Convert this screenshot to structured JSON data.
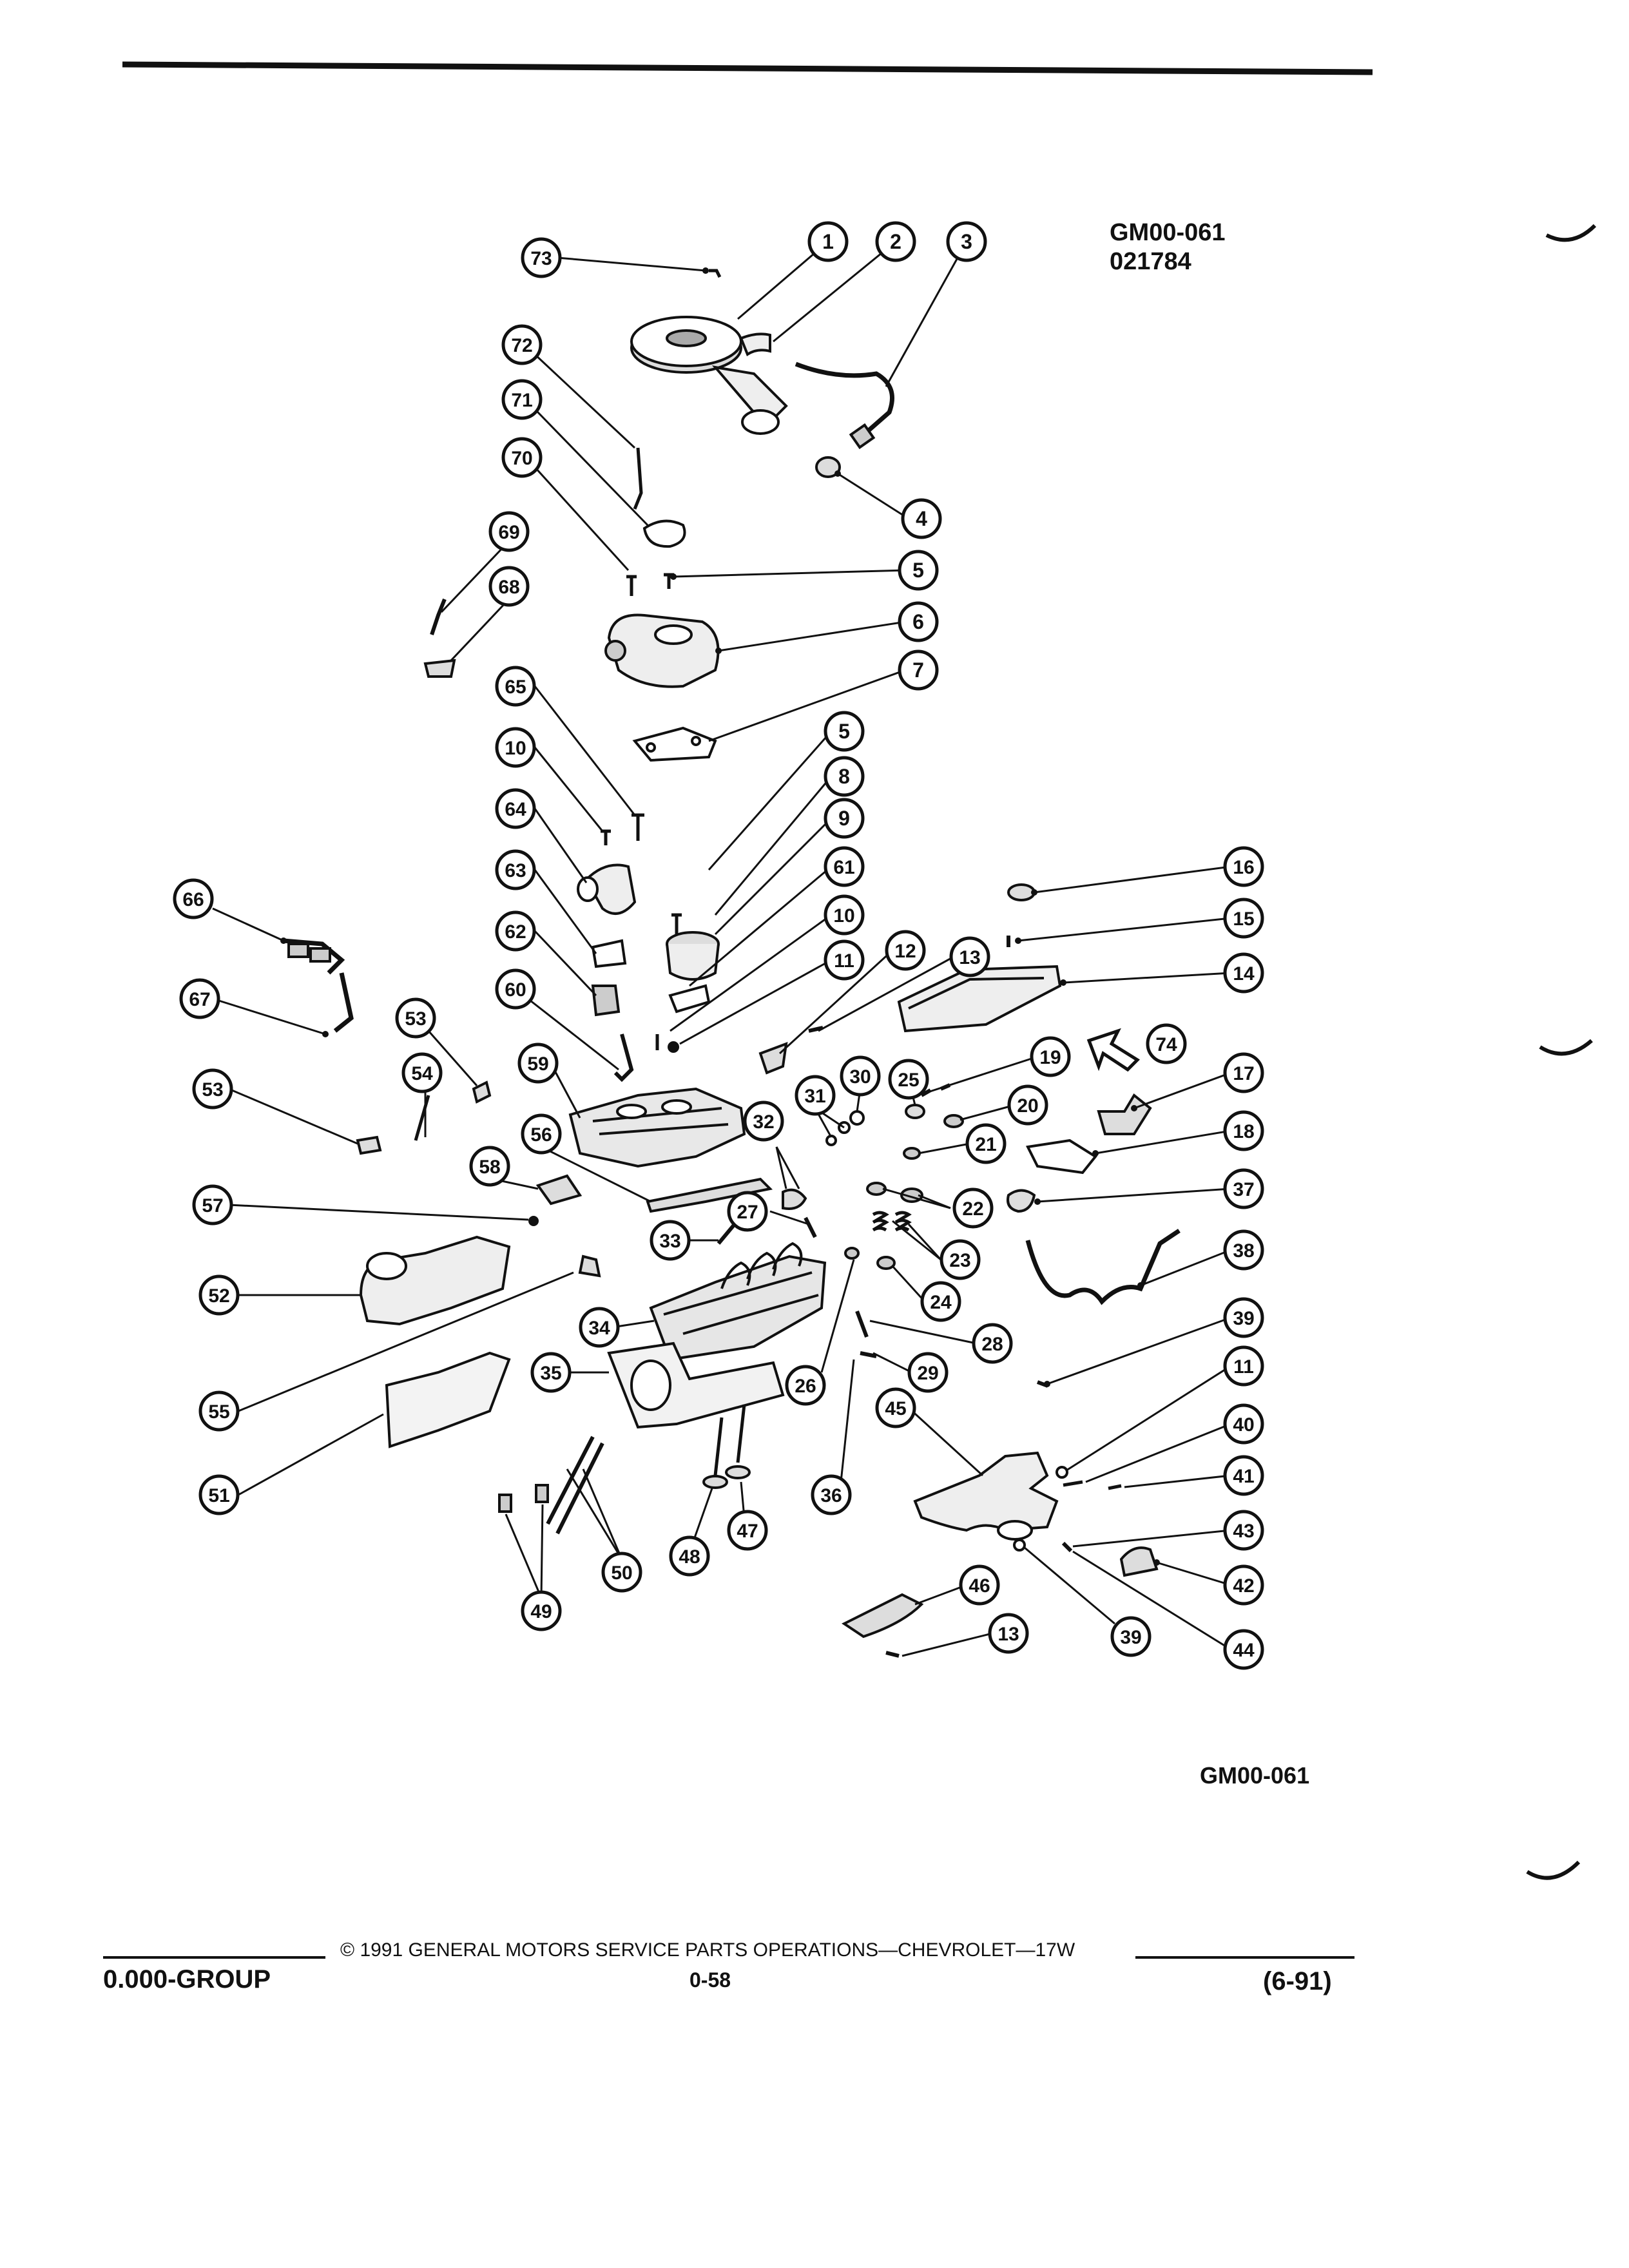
{
  "header": {
    "diagram_code": "GM00-061",
    "date_code": "021784"
  },
  "figure": {
    "code": "GM00-061",
    "callouts": [
      {
        "num": "1"
      },
      {
        "num": "2"
      },
      {
        "num": "3"
      },
      {
        "num": "4"
      },
      {
        "num": "5"
      },
      {
        "num": "6"
      },
      {
        "num": "7"
      },
      {
        "num": "5"
      },
      {
        "num": "8"
      },
      {
        "num": "9"
      },
      {
        "num": "61"
      },
      {
        "num": "10"
      },
      {
        "num": "11"
      },
      {
        "num": "12"
      },
      {
        "num": "13"
      },
      {
        "num": "14"
      },
      {
        "num": "15"
      },
      {
        "num": "16"
      },
      {
        "num": "74"
      },
      {
        "num": "17"
      },
      {
        "num": "18"
      },
      {
        "num": "19"
      },
      {
        "num": "20"
      },
      {
        "num": "21"
      },
      {
        "num": "22"
      },
      {
        "num": "23"
      },
      {
        "num": "24"
      },
      {
        "num": "25"
      },
      {
        "num": "30"
      },
      {
        "num": "31"
      },
      {
        "num": "32"
      },
      {
        "num": "27"
      },
      {
        "num": "37"
      },
      {
        "num": "38"
      },
      {
        "num": "28"
      },
      {
        "num": "29"
      },
      {
        "num": "26"
      },
      {
        "num": "39"
      },
      {
        "num": "11"
      },
      {
        "num": "40"
      },
      {
        "num": "41"
      },
      {
        "num": "43"
      },
      {
        "num": "42"
      },
      {
        "num": "44"
      },
      {
        "num": "39"
      },
      {
        "num": "45"
      },
      {
        "num": "46"
      },
      {
        "num": "13"
      },
      {
        "num": "36"
      },
      {
        "num": "47"
      },
      {
        "num": "48"
      },
      {
        "num": "50"
      },
      {
        "num": "49"
      },
      {
        "num": "34"
      },
      {
        "num": "35"
      },
      {
        "num": "33"
      },
      {
        "num": "56"
      },
      {
        "num": "58"
      },
      {
        "num": "59"
      },
      {
        "num": "60"
      },
      {
        "num": "62"
      },
      {
        "num": "63"
      },
      {
        "num": "64"
      },
      {
        "num": "10"
      },
      {
        "num": "65"
      },
      {
        "num": "68"
      },
      {
        "num": "69"
      },
      {
        "num": "70"
      },
      {
        "num": "71"
      },
      {
        "num": "72"
      },
      {
        "num": "73"
      },
      {
        "num": "66"
      },
      {
        "num": "67"
      },
      {
        "num": "53"
      },
      {
        "num": "54"
      },
      {
        "num": "53"
      },
      {
        "num": "57"
      },
      {
        "num": "52"
      },
      {
        "num": "55"
      },
      {
        "num": "51"
      }
    ]
  },
  "footer": {
    "copyright": "© 1991 GENERAL MOTORS SERVICE PARTS OPERATIONS—CHEVROLET—17W",
    "group": "0.000-GROUP",
    "page": "0-58",
    "revision": "(6-91)"
  }
}
